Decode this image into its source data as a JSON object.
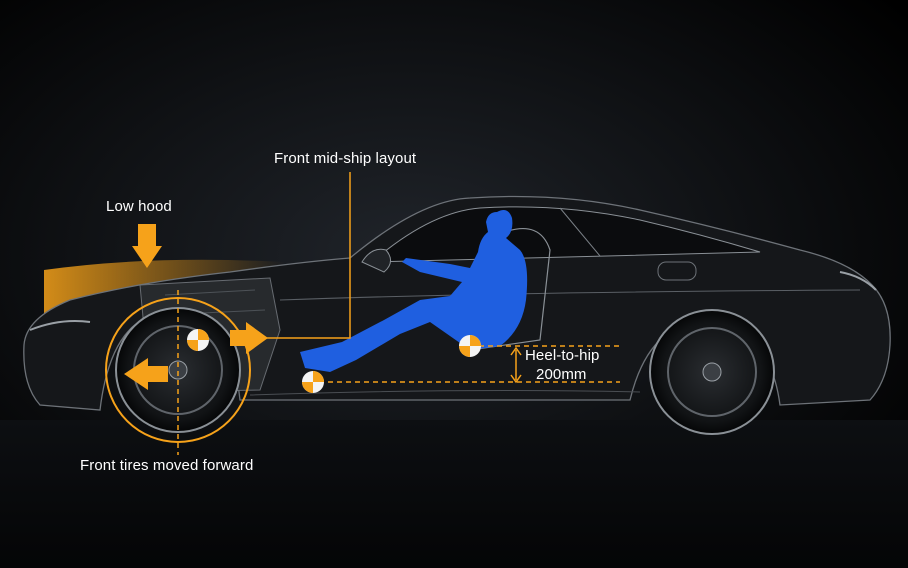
{
  "annotations": {
    "low_hood": "Low hood",
    "front_midship": "Front mid-ship layout",
    "heel_to_hip_line1": "Heel-to-hip",
    "heel_to_hip_line2": "200mm",
    "front_tires": "Front tires moved forward"
  },
  "colors": {
    "accent": "#f6a21a",
    "mannequin": "#1f5fe0",
    "car_body": "#15171a",
    "background": "#0a0c0f"
  },
  "icons": [
    "down-arrow-icon",
    "right-arrow-icon",
    "left-arrow-icon",
    "crash-test-marker-icon"
  ]
}
